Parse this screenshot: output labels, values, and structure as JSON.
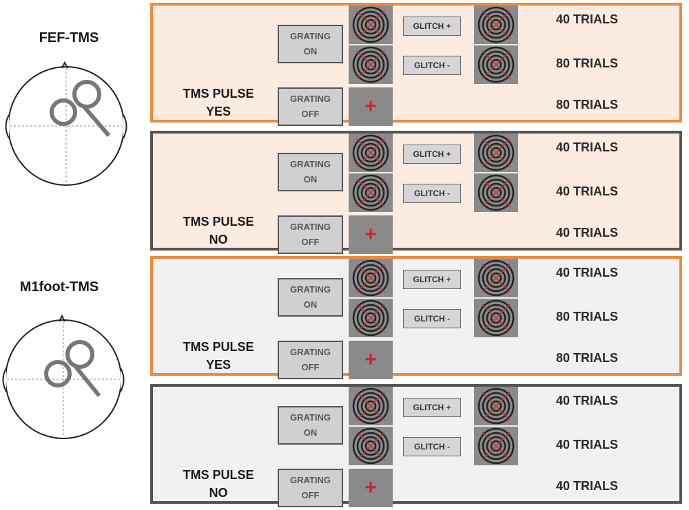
{
  "heads": [
    {
      "label": "FEF-TMS"
    },
    {
      "label": "M1foot-TMS"
    }
  ],
  "panels": [
    {
      "border_color": "#ee8a3a",
      "fill_color": "#fcebe0",
      "pulse_line1": "TMS PULSE",
      "pulse_line2": "YES",
      "grating_on": "GRATING\nON",
      "grating_off": "GRATING\nOFF",
      "glitch_plus": "GLITCH +",
      "glitch_minus": "GLITCH -",
      "fixation": "+",
      "trials": [
        "40 TRIALS",
        "80 TRIALS",
        "80 TRIALS"
      ]
    },
    {
      "border_color": "#555555",
      "fill_color": "#fcebe0",
      "pulse_line1": "TMS PULSE",
      "pulse_line2": "NO",
      "grating_on": "GRATING\nON",
      "grating_off": "GRATING\nOFF",
      "glitch_plus": "GLITCH +",
      "glitch_minus": "GLITCH -",
      "fixation": "+",
      "trials": [
        "40 TRIALS",
        "40 TRIALS",
        "40 TRIALS"
      ]
    },
    {
      "border_color": "#ee8a3a",
      "fill_color": "#f1f1f1",
      "pulse_line1": "TMS PULSE",
      "pulse_line2": "YES",
      "grating_on": "GRATING\nON",
      "grating_off": "GRATING\nOFF",
      "glitch_plus": "GLITCH +",
      "glitch_minus": "GLITCH -",
      "fixation": "+",
      "trials": [
        "40 TRIALS",
        "80 TRIALS",
        "80 TRIALS"
      ]
    },
    {
      "border_color": "#555555",
      "fill_color": "#f1f1f1",
      "pulse_line1": "TMS PULSE",
      "pulse_line2": "NO",
      "grating_on": "GRATING\nON",
      "grating_off": "GRATING\nOFF",
      "glitch_plus": "GLITCH +",
      "glitch_minus": "GLITCH -",
      "fixation": "+",
      "trials": [
        "40 TRIALS",
        "40 TRIALS",
        "40 TRIALS"
      ]
    }
  ]
}
